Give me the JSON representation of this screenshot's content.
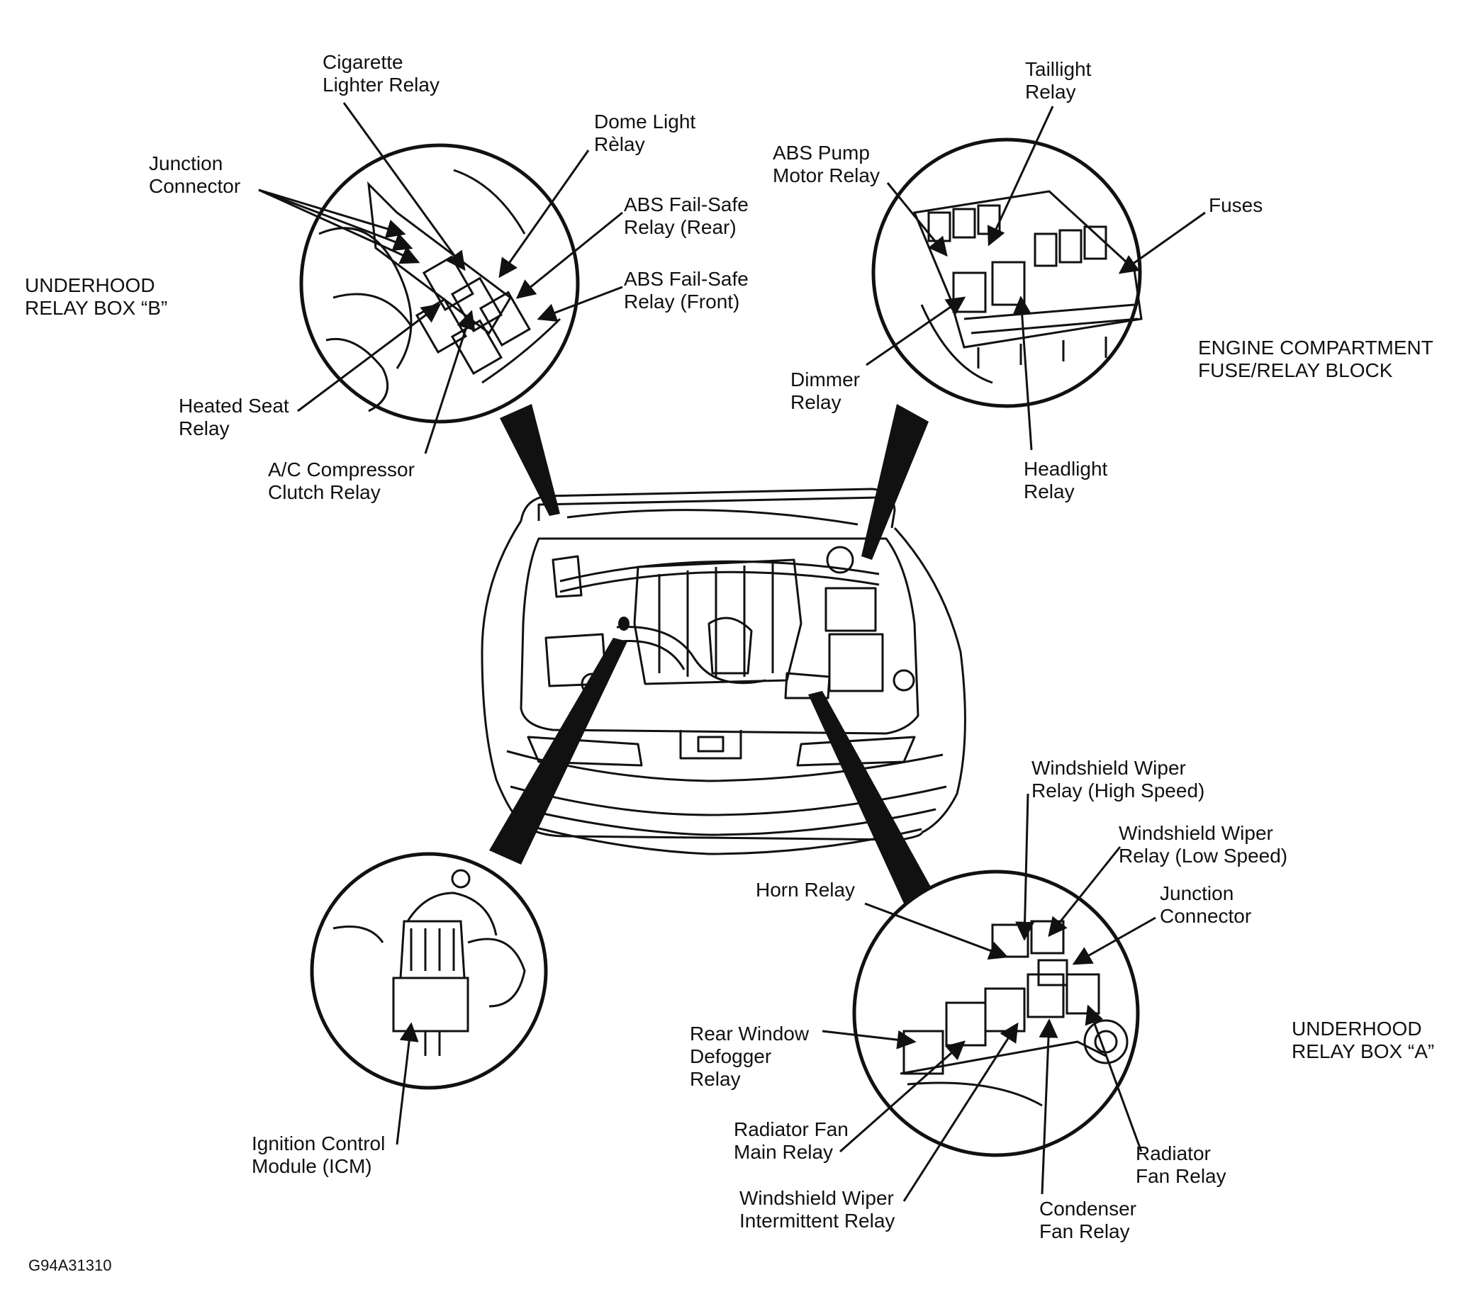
{
  "figure_id": "G94A31310",
  "sections": {
    "relay_box_b": {
      "title": "UNDERHOOD\nRELAY BOX “B”",
      "labels": {
        "cigarette": "Cigarette\nLighter Relay",
        "junction": "Junction\nConnector",
        "dome": "Dome Light\nRèlay",
        "abs_rear": "ABS Fail-Safe\nRelay (Rear)",
        "abs_front": "ABS Fail-Safe\nRelay (Front)",
        "heated_seat": "Heated Seat\nRelay",
        "ac_clutch": "A/C Compressor\nClutch Relay"
      }
    },
    "engine_block": {
      "title": "ENGINE COMPARTMENT\nFUSE/RELAY BLOCK",
      "labels": {
        "taillight": "Taillight\nRelay",
        "abs_pump": "ABS Pump\nMotor Relay",
        "fuses": "Fuses",
        "dimmer": "Dimmer\nRelay",
        "headlight": "Headlight\nRelay"
      }
    },
    "icm": {
      "labels": {
        "icm": "Ignition Control\nModule (ICM)"
      }
    },
    "relay_box_a": {
      "title": "UNDERHOOD\nRELAY BOX “A”",
      "labels": {
        "wiper_high": "Windshield Wiper\nRelay (High Speed)",
        "wiper_low": "Windshield Wiper\nRelay (Low Speed)",
        "horn": "Horn Relay",
        "junction": "Junction\nConnector",
        "rear_defogger": "Rear Window\nDefogger\nRelay",
        "rad_fan_main": "Radiator Fan\nMain Relay",
        "wiper_int": "Windshield Wiper\nIntermittent Relay",
        "condenser": "Condenser\nFan Relay",
        "rad_fan": "Radiator\nFan Relay"
      }
    }
  }
}
